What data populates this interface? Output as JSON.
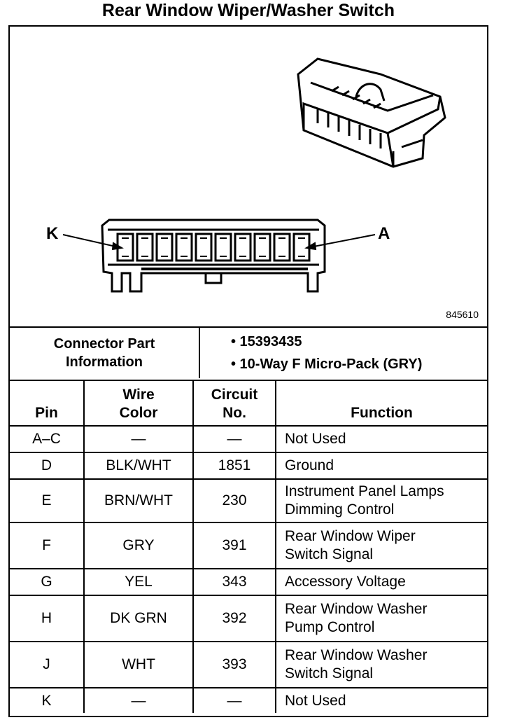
{
  "page": {
    "title": "Rear Window Wiper/Washer Switch",
    "figure_number": "845610",
    "callout_left": "K",
    "callout_right": "A"
  },
  "connector_info": {
    "label_line1": "Connector Part",
    "label_line2": "Information",
    "items": [
      "• 15393435",
      "• 10-Way F Micro-Pack (GRY)"
    ]
  },
  "table": {
    "headers": {
      "pin": "Pin",
      "wire_line1": "Wire",
      "wire_line2": "Color",
      "circuit_line1": "Circuit",
      "circuit_line2": "No.",
      "function": "Function"
    },
    "rows": [
      {
        "pin": "A–C",
        "wire": "—",
        "circuit": "—",
        "function_line1": "Not Used",
        "function_line2": ""
      },
      {
        "pin": "D",
        "wire": "BLK/WHT",
        "circuit": "1851",
        "function_line1": "Ground",
        "function_line2": ""
      },
      {
        "pin": "E",
        "wire": "BRN/WHT",
        "circuit": "230",
        "function_line1": "Instrument Panel Lamps",
        "function_line2": "Dimming Control"
      },
      {
        "pin": "F",
        "wire": "GRY",
        "circuit": "391",
        "function_line1": "Rear Window Wiper",
        "function_line2": "Switch Signal"
      },
      {
        "pin": "G",
        "wire": "YEL",
        "circuit": "343",
        "function_line1": "Accessory Voltage",
        "function_line2": ""
      },
      {
        "pin": "H",
        "wire": "DK GRN",
        "circuit": "392",
        "function_line1": "Rear Window Washer",
        "function_line2": "Pump Control"
      },
      {
        "pin": "J",
        "wire": "WHT",
        "circuit": "393",
        "function_line1": "Rear Window Washer",
        "function_line2": "Switch Signal"
      },
      {
        "pin": "K",
        "wire": "—",
        "circuit": "—",
        "function_line1": "Not Used",
        "function_line2": ""
      }
    ]
  }
}
